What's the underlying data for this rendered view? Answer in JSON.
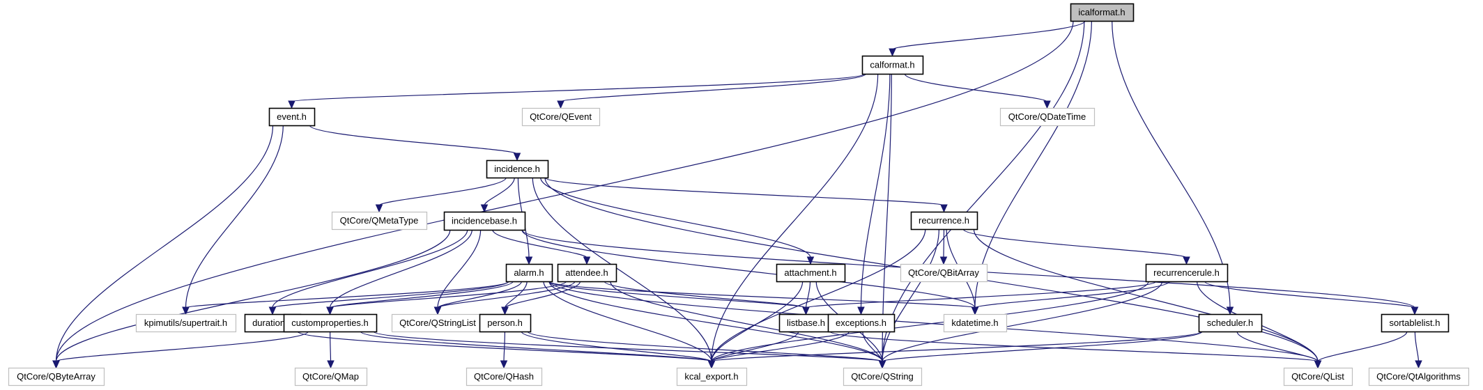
{
  "diagram": {
    "type": "include-dependency-graph",
    "root": "icalformat.h",
    "colors": {
      "edge": "#191970",
      "root_fill": "#bfbfbf",
      "local_border": "#000000",
      "external_border": "#bfbfbf"
    },
    "nodes": [
      {
        "id": "icalformat",
        "label": "icalformat.h",
        "kind": "root"
      },
      {
        "id": "calformat",
        "label": "calformat.h",
        "kind": "local"
      },
      {
        "id": "event",
        "label": "event.h",
        "kind": "local"
      },
      {
        "id": "qevent",
        "label": "QtCore/QEvent",
        "kind": "external"
      },
      {
        "id": "qdatetime",
        "label": "QtCore/QDateTime",
        "kind": "external"
      },
      {
        "id": "incidence",
        "label": "incidence.h",
        "kind": "local"
      },
      {
        "id": "qmetatype",
        "label": "QtCore/QMetaType",
        "kind": "external"
      },
      {
        "id": "incidencebase",
        "label": "incidencebase.h",
        "kind": "local"
      },
      {
        "id": "recurrence",
        "label": "recurrence.h",
        "kind": "local"
      },
      {
        "id": "alarm",
        "label": "alarm.h",
        "kind": "local"
      },
      {
        "id": "attendee",
        "label": "attendee.h",
        "kind": "local"
      },
      {
        "id": "attachment",
        "label": "attachment.h",
        "kind": "local"
      },
      {
        "id": "qbitarray",
        "label": "QtCore/QBitArray",
        "kind": "external"
      },
      {
        "id": "recurrencerule",
        "label": "recurrencerule.h",
        "kind": "local"
      },
      {
        "id": "supertrait",
        "label": "kpimutils/supertrait.h",
        "kind": "external"
      },
      {
        "id": "duration",
        "label": "duration.h",
        "kind": "local"
      },
      {
        "id": "customproperties",
        "label": "customproperties.h",
        "kind": "local"
      },
      {
        "id": "qstringlist",
        "label": "QtCore/QStringList",
        "kind": "external"
      },
      {
        "id": "person",
        "label": "person.h",
        "kind": "local"
      },
      {
        "id": "listbase",
        "label": "listbase.h",
        "kind": "local"
      },
      {
        "id": "exceptions",
        "label": "exceptions.h",
        "kind": "local"
      },
      {
        "id": "kdatetime",
        "label": "kdatetime.h",
        "kind": "external"
      },
      {
        "id": "scheduler",
        "label": "scheduler.h",
        "kind": "local"
      },
      {
        "id": "sortablelist",
        "label": "sortablelist.h",
        "kind": "local"
      },
      {
        "id": "qbytearray",
        "label": "QtCore/QByteArray",
        "kind": "external"
      },
      {
        "id": "qmap",
        "label": "QtCore/QMap",
        "kind": "external"
      },
      {
        "id": "kcalexport",
        "label": "kcal_export.h",
        "kind": "external"
      },
      {
        "id": "qhash",
        "label": "QtCore/QHash",
        "kind": "external"
      },
      {
        "id": "qstring",
        "label": "QtCore/QString",
        "kind": "external"
      },
      {
        "id": "qlist",
        "label": "QtCore/QList",
        "kind": "external"
      },
      {
        "id": "qtalgorithms",
        "label": "QtCore/QtAlgorithms",
        "kind": "external"
      }
    ],
    "edges": [
      [
        "icalformat",
        "calformat"
      ],
      [
        "icalformat",
        "qbytearray"
      ],
      [
        "icalformat",
        "kdatetime"
      ],
      [
        "icalformat",
        "scheduler"
      ],
      [
        "icalformat",
        "qstring"
      ],
      [
        "calformat",
        "event"
      ],
      [
        "calformat",
        "qevent"
      ],
      [
        "calformat",
        "qdatetime"
      ],
      [
        "calformat",
        "kcalexport"
      ],
      [
        "calformat",
        "exceptions"
      ],
      [
        "calformat",
        "qstring"
      ],
      [
        "event",
        "incidence"
      ],
      [
        "event",
        "qbytearray"
      ],
      [
        "event",
        "supertrait"
      ],
      [
        "incidence",
        "qmetatype"
      ],
      [
        "incidence",
        "incidencebase"
      ],
      [
        "incidence",
        "alarm"
      ],
      [
        "incidence",
        "attachment"
      ],
      [
        "incidence",
        "recurrence"
      ],
      [
        "incidence",
        "kcalexport"
      ],
      [
        "incidence",
        "qlist"
      ],
      [
        "incidencebase",
        "attendee"
      ],
      [
        "incidencebase",
        "qstringlist"
      ],
      [
        "incidencebase",
        "duration"
      ],
      [
        "incidencebase",
        "customproperties"
      ],
      [
        "incidencebase",
        "qbytearray"
      ],
      [
        "incidencebase",
        "kdatetime"
      ],
      [
        "incidencebase",
        "sortablelist"
      ],
      [
        "recurrence",
        "qbitarray"
      ],
      [
        "recurrence",
        "recurrencerule"
      ],
      [
        "recurrence",
        "kdatetime"
      ],
      [
        "recurrence",
        "kcalexport"
      ],
      [
        "recurrence",
        "qstring"
      ],
      [
        "recurrence",
        "qlist"
      ],
      [
        "alarm",
        "supertrait"
      ],
      [
        "alarm",
        "duration"
      ],
      [
        "alarm",
        "customproperties"
      ],
      [
        "alarm",
        "qstringlist"
      ],
      [
        "alarm",
        "person"
      ],
      [
        "alarm",
        "listbase"
      ],
      [
        "alarm",
        "kdatetime"
      ],
      [
        "alarm",
        "kcalexport"
      ],
      [
        "alarm",
        "qstring"
      ],
      [
        "alarm",
        "qlist"
      ],
      [
        "attendee",
        "customproperties"
      ],
      [
        "attendee",
        "qstringlist"
      ],
      [
        "attendee",
        "person"
      ],
      [
        "attendee",
        "listbase"
      ],
      [
        "attendee",
        "qstring"
      ],
      [
        "attachment",
        "listbase"
      ],
      [
        "attachment",
        "kcalexport"
      ],
      [
        "attachment",
        "qstring"
      ],
      [
        "recurrencerule",
        "listbase"
      ],
      [
        "recurrencerule",
        "kdatetime"
      ],
      [
        "recurrencerule",
        "sortablelist"
      ],
      [
        "recurrencerule",
        "qlist"
      ],
      [
        "recurrencerule",
        "kcalexport"
      ],
      [
        "recurrencerule",
        "qstring"
      ],
      [
        "duration",
        "kcalexport"
      ],
      [
        "customproperties",
        "qmap"
      ],
      [
        "customproperties",
        "qbytearray"
      ],
      [
        "customproperties",
        "kcalexport"
      ],
      [
        "customproperties",
        "qstring"
      ],
      [
        "person",
        "qhash"
      ],
      [
        "person",
        "kcalexport"
      ],
      [
        "person",
        "qstring"
      ],
      [
        "listbase",
        "kcalexport"
      ],
      [
        "listbase",
        "qlist"
      ],
      [
        "exceptions",
        "kcalexport"
      ],
      [
        "exceptions",
        "qstring"
      ],
      [
        "scheduler",
        "qlist"
      ],
      [
        "scheduler",
        "kcalexport"
      ],
      [
        "scheduler",
        "qstring"
      ],
      [
        "sortablelist",
        "qlist"
      ],
      [
        "sortablelist",
        "qtalgorithms"
      ]
    ]
  }
}
